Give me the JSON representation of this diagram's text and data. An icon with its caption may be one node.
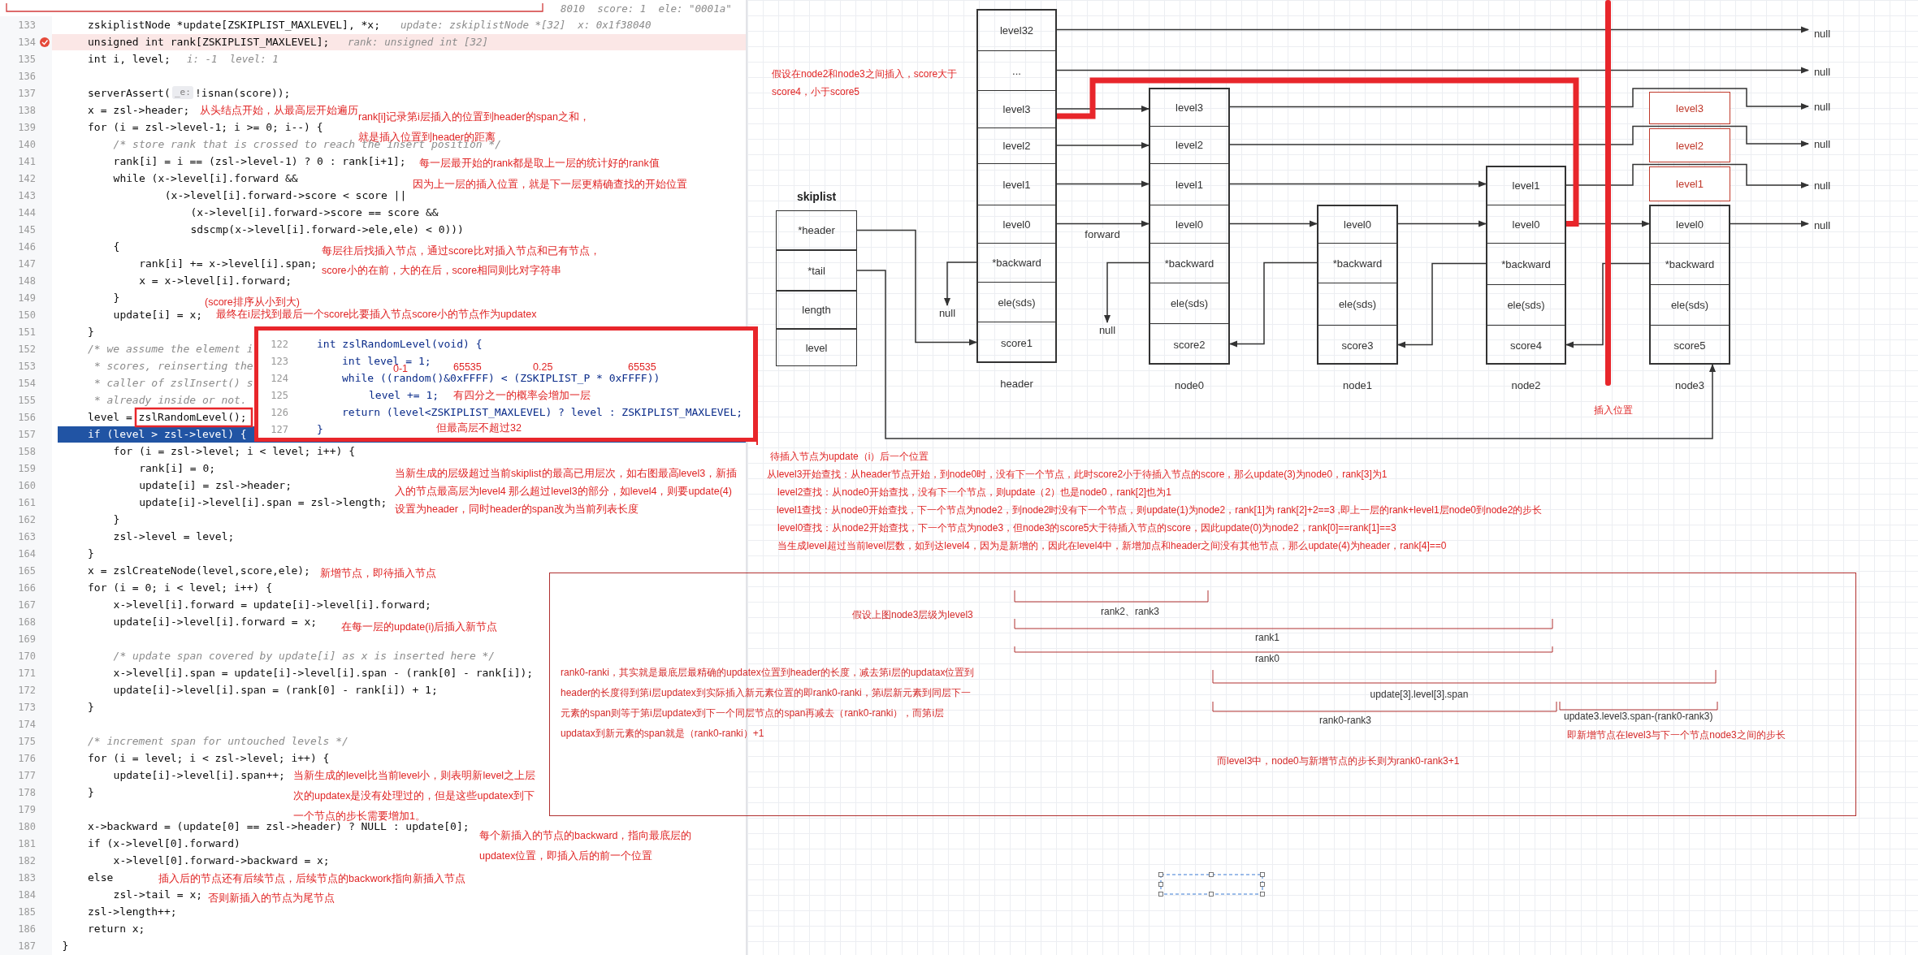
{
  "diagram": {
    "nodes": [
      {
        "text": [
          "skiplist"
        ]
      },
      {
        "text": [
          "*header"
        ],
        "in": 0
      },
      {
        "text": [
          "*tail"
        ],
        "in": 0
      },
      {
        "text": [
          "length"
        ],
        "in": 0
      },
      {
        "text": [
          "level"
        ],
        "in": 0
      },
      {
        "text": [],
        "shape": "box",
        "beside": [
          "header"
        ]
      },
      {
        "text": [
          "level32"
        ],
        "in": 5
      },
      {
        "text": [
          "..."
        ],
        "in": 5
      },
      {
        "text": [
          "level3"
        ],
        "in": 5
      },
      {
        "text": [
          "level2"
        ],
        "in": 5
      },
      {
        "text": [
          "level1"
        ],
        "in": 5
      },
      {
        "text": [
          "level0"
        ],
        "in": 5
      },
      {
        "text": [
          "*backward"
        ],
        "in": 5
      },
      {
        "text": [
          "ele(sds)"
        ],
        "in": 5
      },
      {
        "text": [
          "score1"
        ],
        "in": 5
      },
      {
        "text": [],
        "shape": "box",
        "beside": [
          "node0"
        ]
      },
      {
        "text": [
          "level3"
        ],
        "in": 15
      },
      {
        "text": [
          "level2"
        ],
        "in": 15
      },
      {
        "text": [
          "level1"
        ],
        "in": 15
      },
      {
        "text": [
          "level0"
        ],
        "in": 15
      },
      {
        "text": [
          "*backward"
        ],
        "in": 15
      },
      {
        "text": [
          "ele(sds)"
        ],
        "in": 15
      },
      {
        "text": [
          "score2"
        ],
        "in": 15
      },
      {
        "text": [],
        "shape": "box",
        "beside": [
          "node1"
        ]
      },
      {
        "text": [
          "level0"
        ],
        "in": 23
      },
      {
        "text": [
          "*backward"
        ],
        "in": 23
      },
      {
        "text": [
          "ele(sds)"
        ],
        "in": 23
      },
      {
        "text": [
          "score3"
        ],
        "in": 23
      },
      {
        "text": [],
        "shape": "box",
        "beside": [
          "node2"
        ]
      },
      {
        "text": [
          "level1"
        ],
        "in": 28
      },
      {
        "text": [
          "level0"
        ],
        "in": 28
      },
      {
        "text": [
          "*backward"
        ],
        "in": 28
      },
      {
        "text": [
          "ele(sds)"
        ],
        "in": 28
      },
      {
        "text": [
          "score4"
        ],
        "in": 28
      },
      {
        "text": [
          "level3"
        ]
      },
      {
        "text": [
          "level2"
        ]
      },
      {
        "text": [
          "level1"
        ]
      },
      {
        "text": [],
        "shape": "box",
        "beside": [
          "node3"
        ]
      },
      {
        "text": [
          "level0"
        ],
        "in": 37
      },
      {
        "text": [
          "*backward"
        ],
        "in": 37
      },
      {
        "text": [
          "ele(sds)"
        ],
        "in": 37
      },
      {
        "text": [
          "score5"
        ],
        "in": 37
      },
      {
        "text": [
          "null"
        ]
      },
      {
        "text": [
          "null"
        ]
      },
      {
        "text": [
          "null"
        ]
      },
      {
        "text": [
          "null"
        ]
      },
      {
        "text": [
          "null"
        ]
      },
      {
        "text": [
          "null"
        ]
      },
      {
        "text": [
          "null"
        ]
      },
      {
        "text": [
          "null"
        ]
      },
      {
        "text": [
          "122",
          "int zslRandomLevel(void) {",
          "123",
          "int level = 1;",
          "0-1",
          "65535",
          "0.25",
          "65535",
          "124",
          "while ((random()&0xFFFF) < (ZSKIPLIST_P * 0xFFFF))",
          "125",
          "level += 1;",
          "有四分之一的概率会增加一层",
          "126",
          "return (level<ZSKIPLIST_MAXLEVEL) ? level : ZSKIPLIST_MAXLEVEL;",
          "127",
          "}",
          "但最高层不超过32"
        ]
      },
      {
        "text": [
          "假设上图node3层级为level3",
          "rank2、rank3",
          "rank1",
          "rank0",
          "rank0-ranki，其实就是最底层最精确的updatex位置到header的长度，减去第i层的updatax位置到header的长度得到第i层updatex到实际插入新元素位置的即rank0-ranki，第i层新元素到同层下一元素的span则等于第i层updatex到下一个同层节点的span再减去（rank0-ranki），而第i层updatax到新元素的span就是（rank0-ranki）+1",
          "update[3].level[3].span",
          "rank0-rank3",
          "update3.level3.span-(rank0-rank3)",
          "即新增节点在level3与下一个节点node3之间的步长",
          "而level3中，node0与新增节点的步长则为rank0-rank3+1"
        ]
      }
    ],
    "edges": [
      {
        "from": 6,
        "to": 42,
        "arrow": "to"
      },
      {
        "from": 7,
        "to": 43,
        "arrow": "to"
      },
      {
        "from": 8,
        "to": 16,
        "arrow": "to"
      },
      {
        "from": 9,
        "to": 17,
        "arrow": "to"
      },
      {
        "from": 10,
        "to": 18,
        "arrow": "to"
      },
      {
        "from": 11,
        "to": 19,
        "arrow": "to",
        "label": "forward"
      },
      {
        "from": 12,
        "to": 48,
        "arrow": "to"
      },
      {
        "from": 16,
        "to": 44,
        "arrow": "to"
      },
      {
        "from": 17,
        "to": 45,
        "arrow": "to"
      },
      {
        "from": 18,
        "to": 29,
        "arrow": "to"
      },
      {
        "from": 19,
        "to": 24,
        "arrow": "to"
      },
      {
        "from": 20,
        "to": 49,
        "arrow": "to"
      },
      {
        "from": 24,
        "to": 30,
        "arrow": "to"
      },
      {
        "from": 25,
        "to": 22,
        "arrow": "to"
      },
      {
        "from": 29,
        "to": 46,
        "arrow": "to"
      },
      {
        "from": 30,
        "to": 38,
        "arrow": "to"
      },
      {
        "from": 31,
        "to": 27,
        "arrow": "to"
      },
      {
        "from": 38,
        "to": 47,
        "arrow": "to"
      },
      {
        "from": 39,
        "to": 33,
        "arrow": "to"
      },
      {
        "from": 1,
        "to": 14,
        "arrow": "to"
      },
      {
        "from": 2,
        "to": 41,
        "arrow": "to"
      },
      {
        "from": 8,
        "to": 30,
        "arrow": "none",
        "style": "thick",
        "color": "#e8262b"
      }
    ],
    "labels": [
      "8010  score: 1  ele: \"0001a\"",
      "133",
      "zskiplistNode *update[ZSKIPLIST_MAXLEVEL], *x;",
      "update: zskiplistNode *[32]  x: 0x1f38040",
      "134",
      "unsigned int rank[ZSKIPLIST_MAXLEVEL];",
      "rank: unsigned int [32]",
      "135",
      "int i, level;",
      "i: -1  level: 1",
      "136",
      "137",
      "serverAssert(",
      "_e:",
      "!isnan(score));",
      "138",
      "x = zsl->header;",
      "从头结点开始，从最高层开始遍历",
      "rank[i]记录第i层插入的位置到header的span之和，",
      "就是插入位置到header的距离",
      "139",
      "for (i = zsl->level-1; i >= 0; i--) {",
      "140",
      "/* store rank that is crossed to reach the insert position */",
      "141",
      "rank[i] = i == (zsl->level-1) ? 0 : rank[i+1];",
      "每一层最开始的rank都是取上一层的统计好的rank值",
      "142",
      "while (x->level[i].forward &&",
      "因为上一层的插入位置，就是下一层更精确查找的开始位置",
      "143",
      "(x->level[i].forward->score < score ||",
      "144",
      "(x->level[i].forward->score == score &&",
      "145",
      "sdscmp(x->level[i].forward->ele,ele) < 0)))",
      "146",
      "{",
      "每层往后找插入节点，通过score比对插入节点和已有节点，",
      "score小的在前，大的在后，score相同则比对字符串",
      "147",
      "rank[i] += x->level[i].span;",
      "148",
      "x = x->level[i].forward;",
      "149",
      "}",
      "(score排序从小到大)",
      "150",
      "update[i] = x;",
      "最终在i层找到最后一个score比要插入节点score小的节点作为updatex",
      "151",
      "}",
      "152",
      "/* we assume the element i",
      "153",
      "* scores, reinserting the",
      "154",
      "* caller of zslInsert() s",
      "155",
      "* already inside or not.",
      "156",
      "level = zslRandomLevel();",
      "157",
      "if (level > zsl->level) {",
      "158",
      "for (i = zsl->level; i < level; i++) {",
      "159",
      "rank[i] = 0;",
      "当新生成的层级超过当前skiplist的最高已用层次，如右图最高level3，新插入的节点最高层为level4 那么超过level3的部分，如level4，则要update(4)设置为header，同时header的span改为当前列表长度",
      "160",
      "update[i] = zsl->header;",
      "161",
      "update[i]->level[i].span = zsl->length;",
      "162",
      "}",
      "163",
      "zsl->level = level;",
      "164",
      "}",
      "165",
      "x = zslCreateNode(level,score,ele);",
      "新增节点，即待插入节点",
      "166",
      "for (i = 0; i < level; i++) {",
      "167",
      "x->level[i].forward = update[i]->level[i].forward;",
      "168",
      "update[i]->level[i].forward = x;",
      "在每一层的update(i)后插入新节点",
      "169",
      "170",
      "/* update span covered by update[i] as x is inserted here */",
      "171",
      "x->level[i].span = update[i]->level[i].span - (rank[0] - rank[i]);",
      "172",
      "update[i]->level[i].span = (rank[0] - rank[i]) + 1;",
      "173",
      "}",
      "174",
      "175",
      "/* increment span for untouched levels */",
      "176",
      "for (i = level; i < zsl->level; i++) {",
      "177",
      "update[i]->level[i].span++;",
      "当新生成的level比当前level小，则表明新level之上层次的updatex是没有处理过的，但是这些updatex到下一个节点的步长需要增加1。",
      "178",
      "}",
      "179",
      "180",
      "x->backward = (update[0] == zsl->header) ? NULL : update[0];",
      "每个新插入的节点的backward，指向最底层的updatex位置，即插入后的前一个位置",
      "181",
      "if (x->level[0].forward)",
      "182",
      "x->level[0].forward->backward = x;",
      "183",
      "else",
      "插入后的节点还有后续节点，后续节点的backwork指向新插入节点",
      "184",
      "zsl->tail = x;",
      "否则新插入的节点为尾节点",
      "185",
      "zsl->length++;",
      "186",
      "return x;",
      "187",
      "}",
      "假设在node2和node3之间插入，score大于score4，小于score5",
      "插入位置",
      "待插入节点为update（i）后一个位置",
      "从level3开始查找：从header节点开始，到node0时，没有下一个节点，此时score2小于待插入节点的score，那么update(3)为node0，rank[3]为1",
      "level2查找：从node0开始查找，没有下一个节点，则update（2）也是node0，rank[2]也为1",
      "level1查找：从node0开始查找，下一个节点为node2，到node2时没有下一个节点，则update(1)为node2，rank[1]为 rank[2]+2==3 ,即上一层的rank+level1层node0到node2的步长",
      "level0查找：从node2开始查找，下一个节点为node3，但node3的score5大于待插入节点的score，因此update(0)为node2，rank[0]==rank[1]==3",
      "当生成level超过当前level层数，如到达level4，因为是新增的，因此在level4中，新增加点和header之间没有其他节点，那么update(4)为header，rank[4]==0"
    ]
  }
}
